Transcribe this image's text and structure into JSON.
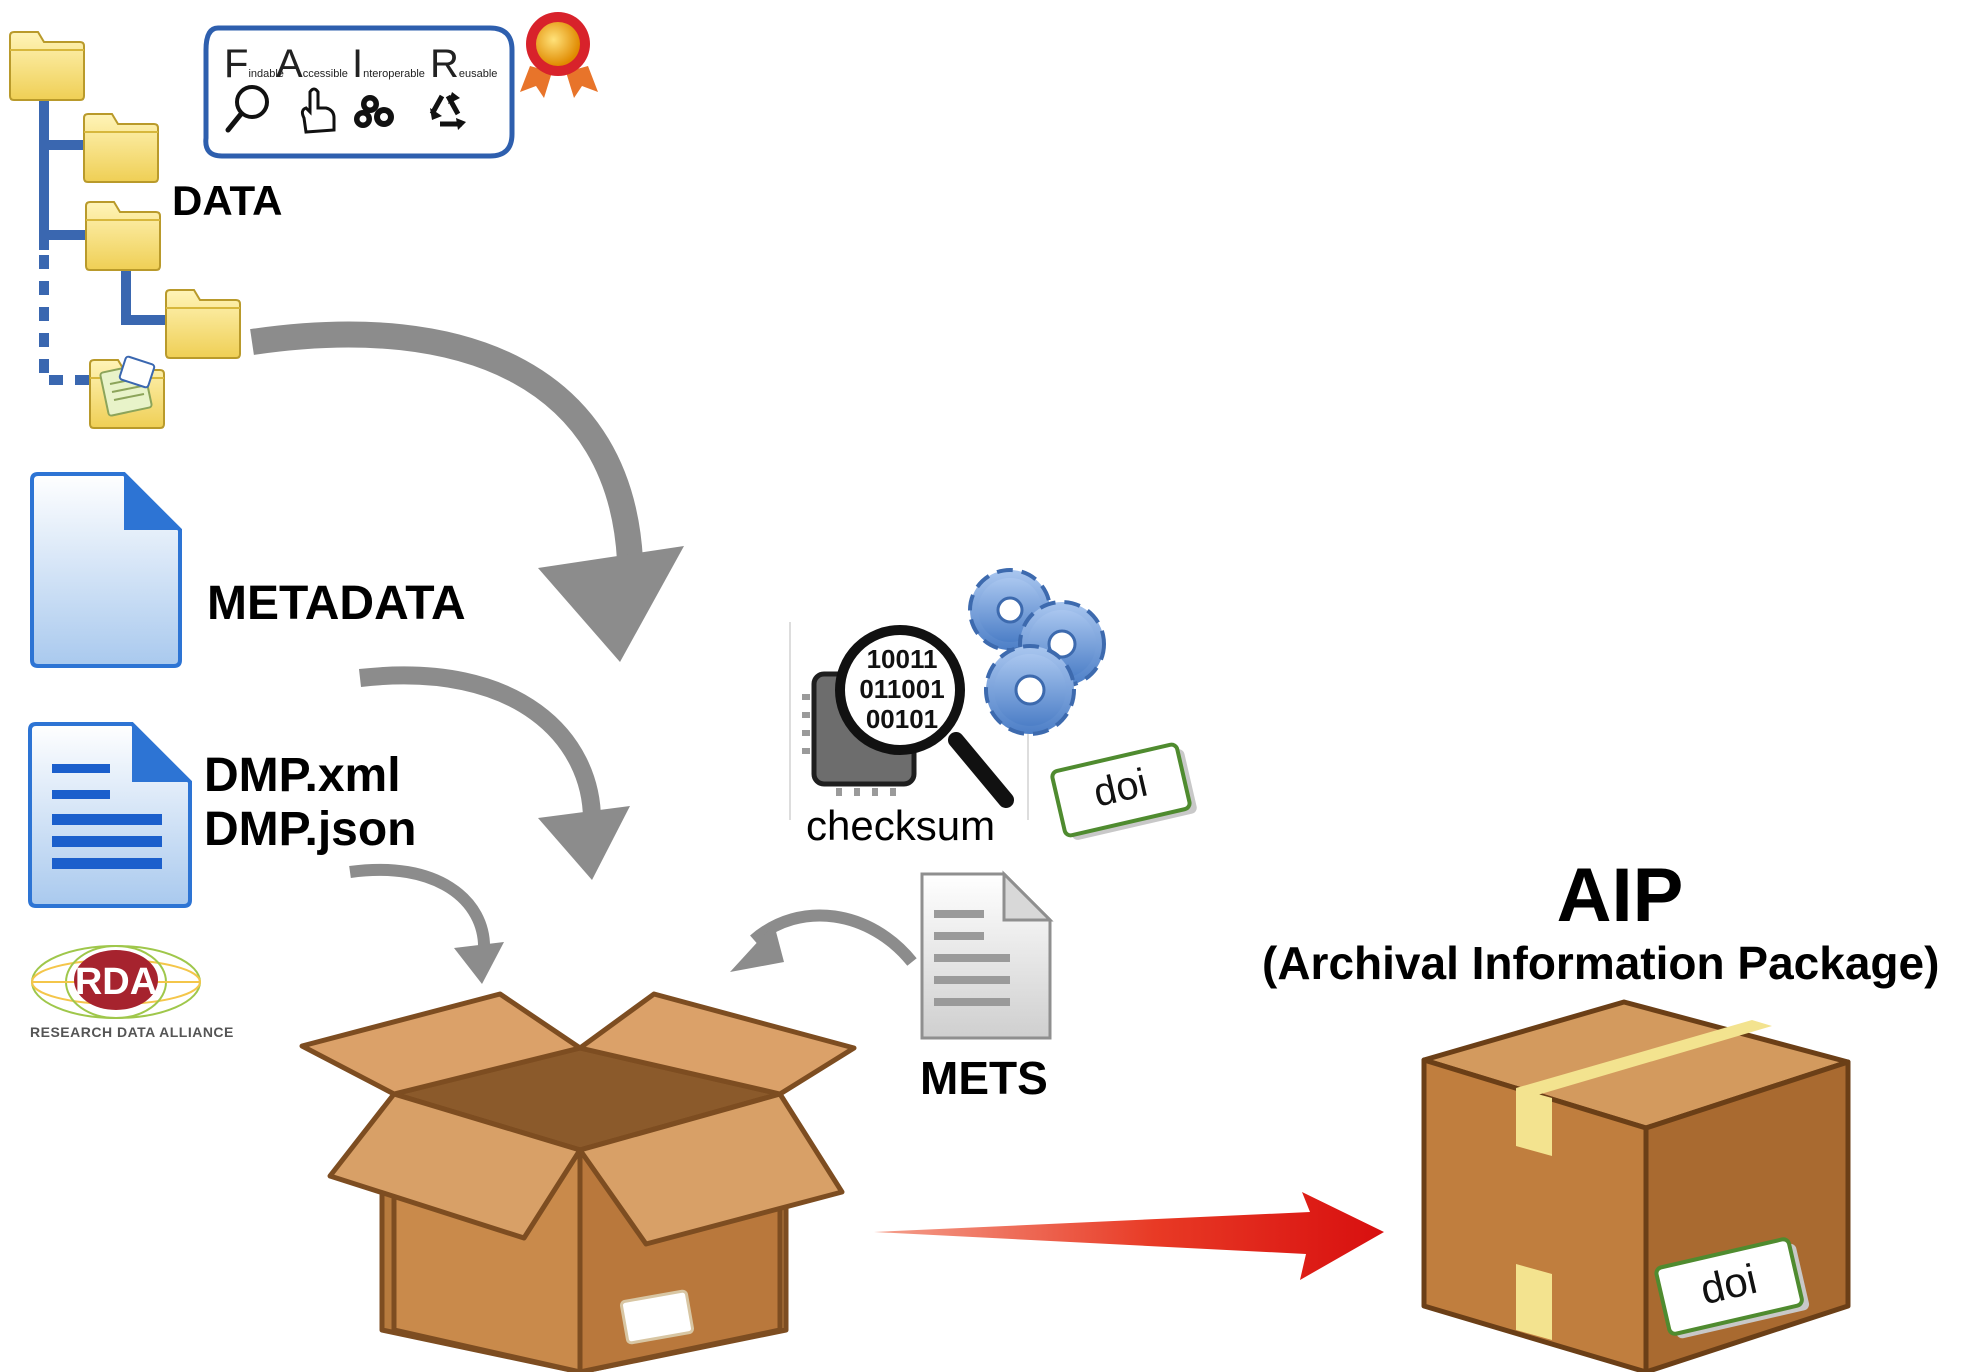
{
  "labels": {
    "data": "DATA",
    "metadata": "METADATA",
    "dmp_xml": "DMP.xml",
    "dmp_json": "DMP.json",
    "checksum": "checksum",
    "doi_tag": "doi",
    "mets": "METS",
    "aip_title": "AIP",
    "aip_subtitle": "(Archival Information Package)",
    "aip_doi_tag": "doi"
  },
  "fair": {
    "letters": [
      {
        "big": "F",
        "small": "indable"
      },
      {
        "big": "A",
        "small": "ccessible"
      },
      {
        "big": "I",
        "small": "nteroperable"
      },
      {
        "big": "R",
        "small": "eusable"
      }
    ],
    "icons": [
      "magnifier-icon",
      "pointer-hand-icon",
      "gears-icon",
      "recycle-icon"
    ]
  },
  "rda": {
    "logo_text": "RDA",
    "caption": "RESEARCH DATA ALLIANCE"
  },
  "binary": [
    "10011",
    "011001",
    "00101"
  ],
  "colors": {
    "folder_fill": "#f6df7a",
    "tree_line": "#3a67b0",
    "arrow_gray": "#8c8c8c",
    "arrow_red": "#e41e13",
    "box_brown": "#c98a4b",
    "tape_yellow": "#f3e38f",
    "tag_green": "#4f8b2f"
  }
}
